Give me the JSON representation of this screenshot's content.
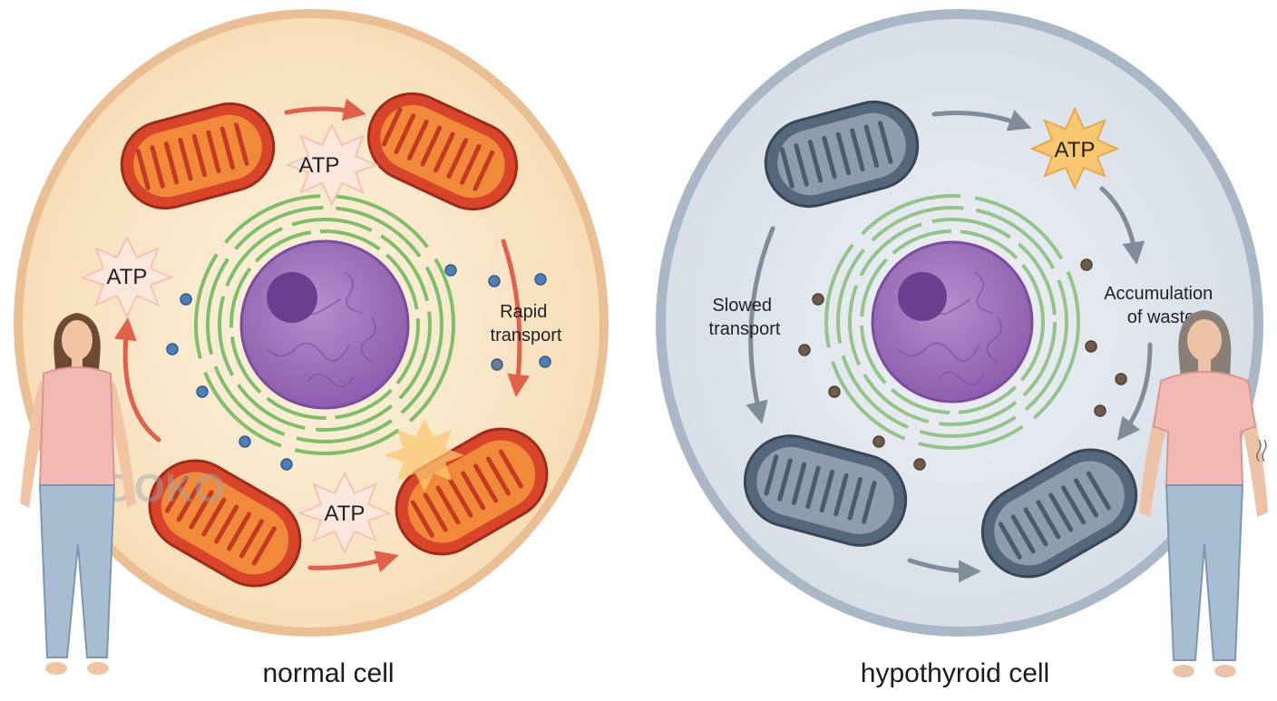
{
  "watermark": "MEDOKO",
  "colors": {
    "normal_cytoplasm": "#f8e3c0",
    "normal_membrane": "#e9bf93",
    "normal_mito": "#d9452b",
    "normal_mito_inner": "#f08a3a",
    "hypo_cytoplasm": "#dfe5ec",
    "hypo_membrane": "#a9b7c6",
    "hypo_mito": "#55677a",
    "hypo_mito_inner": "#8d9dad",
    "nucleus": "#9d6fba",
    "nucleolus": "#6a3f8f",
    "er": "#7fbf6a",
    "atp_burst": "#fbe7dc",
    "atp_burst_warm": "#f9c770",
    "red_arrow": "#e0604a",
    "grey_arrow": "#7f8c99",
    "blue_vesicle": "#4f7fb8",
    "brown_waste": "#6e5a4c"
  },
  "normal": {
    "title": "normal cell",
    "atp_labels": [
      "ATP",
      "ATP",
      "ATP"
    ],
    "transport_label_line1": "Rapid",
    "transport_label_line2": "transport"
  },
  "hypothyroid": {
    "title": "hypothyroid cell",
    "atp_label": "ATP",
    "transport_label_line1": "Slowed",
    "transport_label_line2": "transport",
    "waste_label_line1": "Accumulation",
    "waste_label_line2": "of waste"
  }
}
